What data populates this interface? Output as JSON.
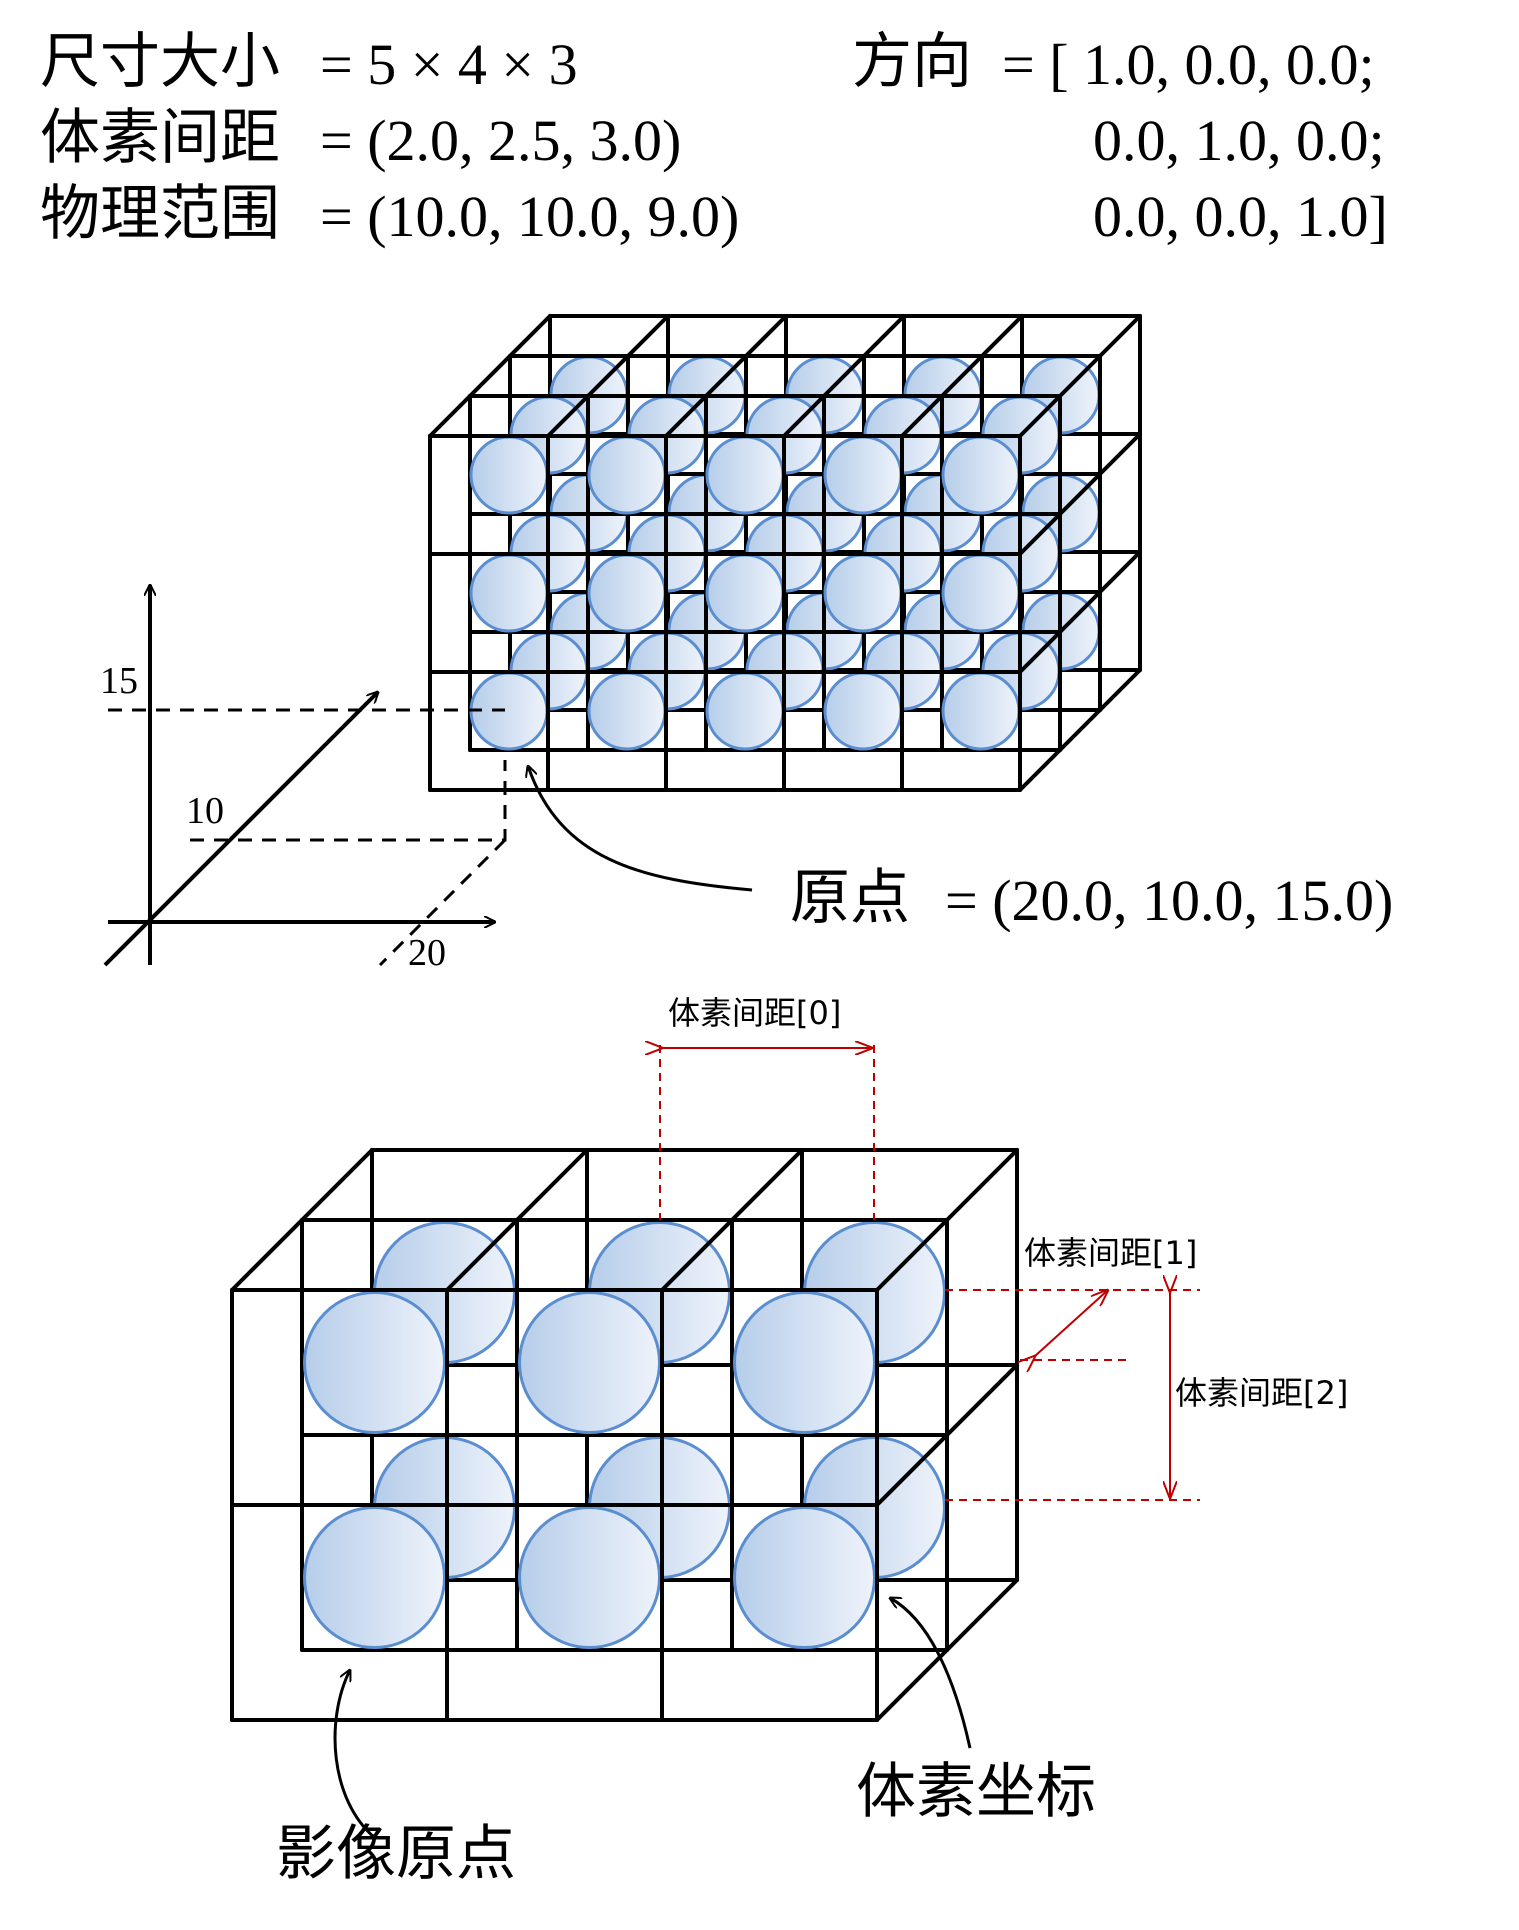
{
  "header": {
    "size_label": "尺寸大小",
    "size_value": "= 5 × 4 × 3",
    "spacing_label": "体素间距",
    "spacing_value": "= (2.0, 2.5, 3.0)",
    "extent_label": "物理范围",
    "extent_value": "= (10.0, 10.0, 9.0)",
    "direction_label": "方向",
    "direction_row1": "= [ 1.0, 0.0, 0.0;",
    "direction_row2": "0.0, 1.0, 0.0;",
    "direction_row3": "0.0, 0.0, 1.0]"
  },
  "axes": {
    "tick_z": "15",
    "tick_y": "10",
    "tick_x": "20"
  },
  "origin": {
    "label": "原点",
    "value": "= (20.0, 10.0, 15.0)"
  },
  "detail": {
    "spacing0": "体素间距[0]",
    "spacing1": "体素间距[1]",
    "spacing2": "体素间距[2]",
    "voxel_coord": "体素坐标",
    "image_origin": "影像原点"
  },
  "colors": {
    "line": "#000000",
    "sphere_fill_light": "#eef3fb",
    "sphere_fill_dark": "#b6cde9",
    "sphere_stroke": "#5b8ed0",
    "dimension": "#c00000"
  }
}
